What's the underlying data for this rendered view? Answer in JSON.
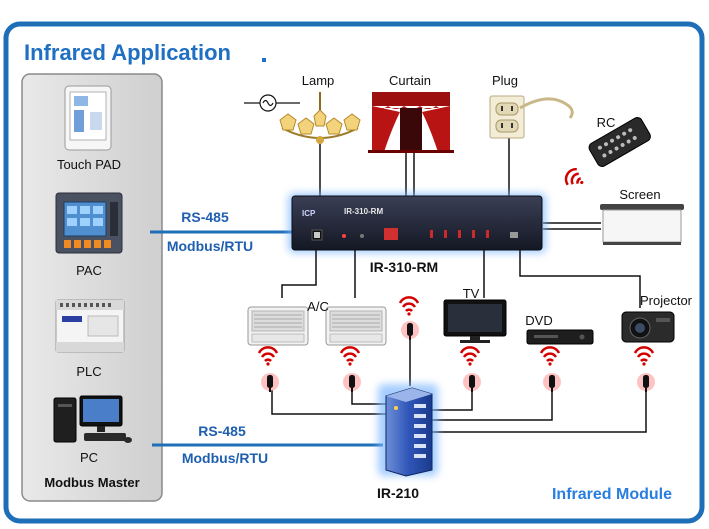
{
  "title": "Infrared Application",
  "masters": {
    "touch_pad": "Touch PAD",
    "pac": "PAC",
    "plc": "PLC",
    "pc": "PC",
    "group_label": "Modbus Master"
  },
  "links": {
    "top_protocol": "RS-485",
    "top_mode": "Modbus/RTU",
    "bottom_protocol": "RS-485",
    "bottom_mode": "Modbus/RTU"
  },
  "devices": {
    "lamp": "Lamp",
    "curtain": "Curtain",
    "plug": "Plug",
    "rc": "RC",
    "screen": "Screen",
    "ac": "A/C",
    "tv": "TV",
    "dvd": "DVD",
    "projector": "Projector"
  },
  "ir310": {
    "front_text": "IR-310-RM",
    "caption": "IR-310-RM"
  },
  "ir210": {
    "caption": "IR-210"
  },
  "footer": "Infrared Module",
  "colors": {
    "frame": "#1e6fb8",
    "title": "#1f6fc2",
    "link_text": "#1f5fb0",
    "footer": "#2a7de0",
    "ir_red": "#d40000"
  }
}
